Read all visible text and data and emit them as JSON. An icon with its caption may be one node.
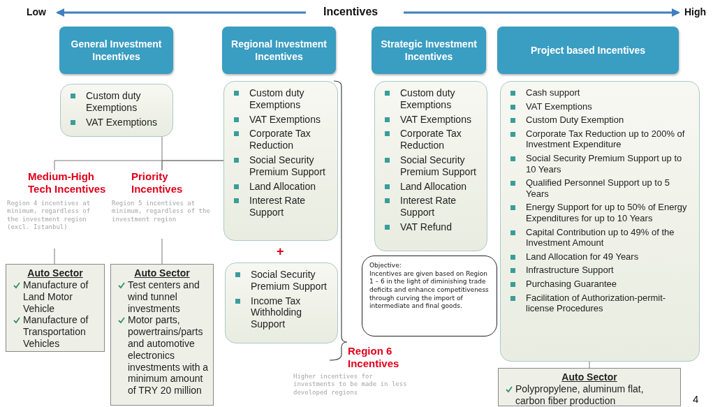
{
  "diagram": {
    "nodes": [
      {
        "text": [
          "General Investment Incentives"
        ]
      },
      {
        "text": [
          "Regional Investment Incentives"
        ]
      },
      {
        "text": [
          "Strategic Investment Incentives"
        ]
      },
      {
        "text": [
          "Project based Incentives"
        ]
      },
      {
        "text": [
          "Custom duty Exemptions",
          "VAT Exemptions"
        ]
      },
      {
        "text": [
          "Custom duty Exemptions",
          "VAT Exemptions",
          "Corporate Tax Reduction",
          "Social Security Premium Support",
          "Land Allocation",
          "Interest Rate Support"
        ]
      },
      {
        "text": [
          "Custom duty Exemptions",
          "VAT Exemptions",
          "Corporate Tax Reduction",
          "Social Security Premium Support",
          "Land Allocation",
          "Interest Rate Support",
          "VAT Refund"
        ]
      },
      {
        "text": [
          "Cash support",
          "VAT Exemptions",
          "Custom Duty Exemption",
          "Corporate Tax Reduction up to 200% of Investment Expenditure",
          "Social Security Premium Support up to 10 Years",
          "Qualified Personnel Support up to 5 Years",
          "Energy Support for up to 50% of Energy Expenditures for up to 10 Years",
          "Capital Contribution up to 49% of the Investment Amount",
          "Land Allocation for 49 Years",
          "Infrastructure Support",
          "Purchasing Guarantee",
          "Facilitation of Authorization-permit-license Procedures"
        ]
      },
      {
        "text": [
          "Medium-High Tech Incentives",
          "Region 4 incentives at minimum, regardless of the investment region (excl. Istanbul)"
        ]
      },
      {
        "text": [
          "Priority Incentives",
          "Region 5 incentives at minimum, regardless of the investment region"
        ]
      },
      {
        "text": [
          "Auto Sector",
          "Manufacture of Land Motor Vehicle",
          "Manufacture of Transportation Vehicles"
        ]
      },
      {
        "text": [
          "Auto Sector",
          "Test centers and wind tunnel investments",
          "Motor parts, powertrains/parts and automotive electronics investments with a minimum amount of TRY 20 million"
        ]
      },
      {
        "text": [
          "Social Security Premium Support",
          "Income Tax Withholding Support"
        ]
      },
      {
        "text": [
          "Objective:",
          "Incentives are given based on Region 1 – 6 in the light of diminishing trade deficits and enhance competitiveness through curving the import of intermediate and final goods."
        ]
      },
      {
        "text": [
          "Region 6 Incentives",
          "Higher incentives for investments to be made in less developed regions"
        ]
      },
      {
        "text": [
          "Auto Sector",
          "Polypropylene, aluminum flat, carbon fiber production"
        ]
      }
    ],
    "edges": [
      {
        "from": 5,
        "to": 8,
        "arrow": "none"
      },
      {
        "from": 5,
        "to": 9,
        "arrow": "none"
      },
      {
        "from": 4,
        "to": 9,
        "arrow": "none"
      },
      {
        "from": 8,
        "to": 10,
        "arrow": "none"
      },
      {
        "from": 9,
        "to": 11,
        "arrow": "none"
      },
      {
        "from": 7,
        "to": 15,
        "arrow": "none"
      }
    ],
    "labels": [
      "Low",
      "Incentives",
      "High",
      "+",
      "4"
    ]
  }
}
